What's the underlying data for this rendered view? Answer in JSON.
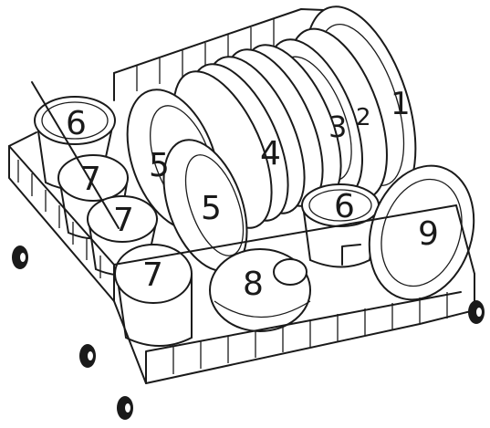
{
  "labels": {
    "l1": "1",
    "l2": "2",
    "l3": "3",
    "l4": "4",
    "l5a": "5",
    "l5b": "5",
    "l6a": "6",
    "l6b": "6",
    "l7a": "7",
    "l7b": "7",
    "l7c": "7",
    "l8": "8",
    "l9": "9"
  },
  "colors": {
    "ink": "#1a1a1a",
    "paper": "#ffffff"
  }
}
